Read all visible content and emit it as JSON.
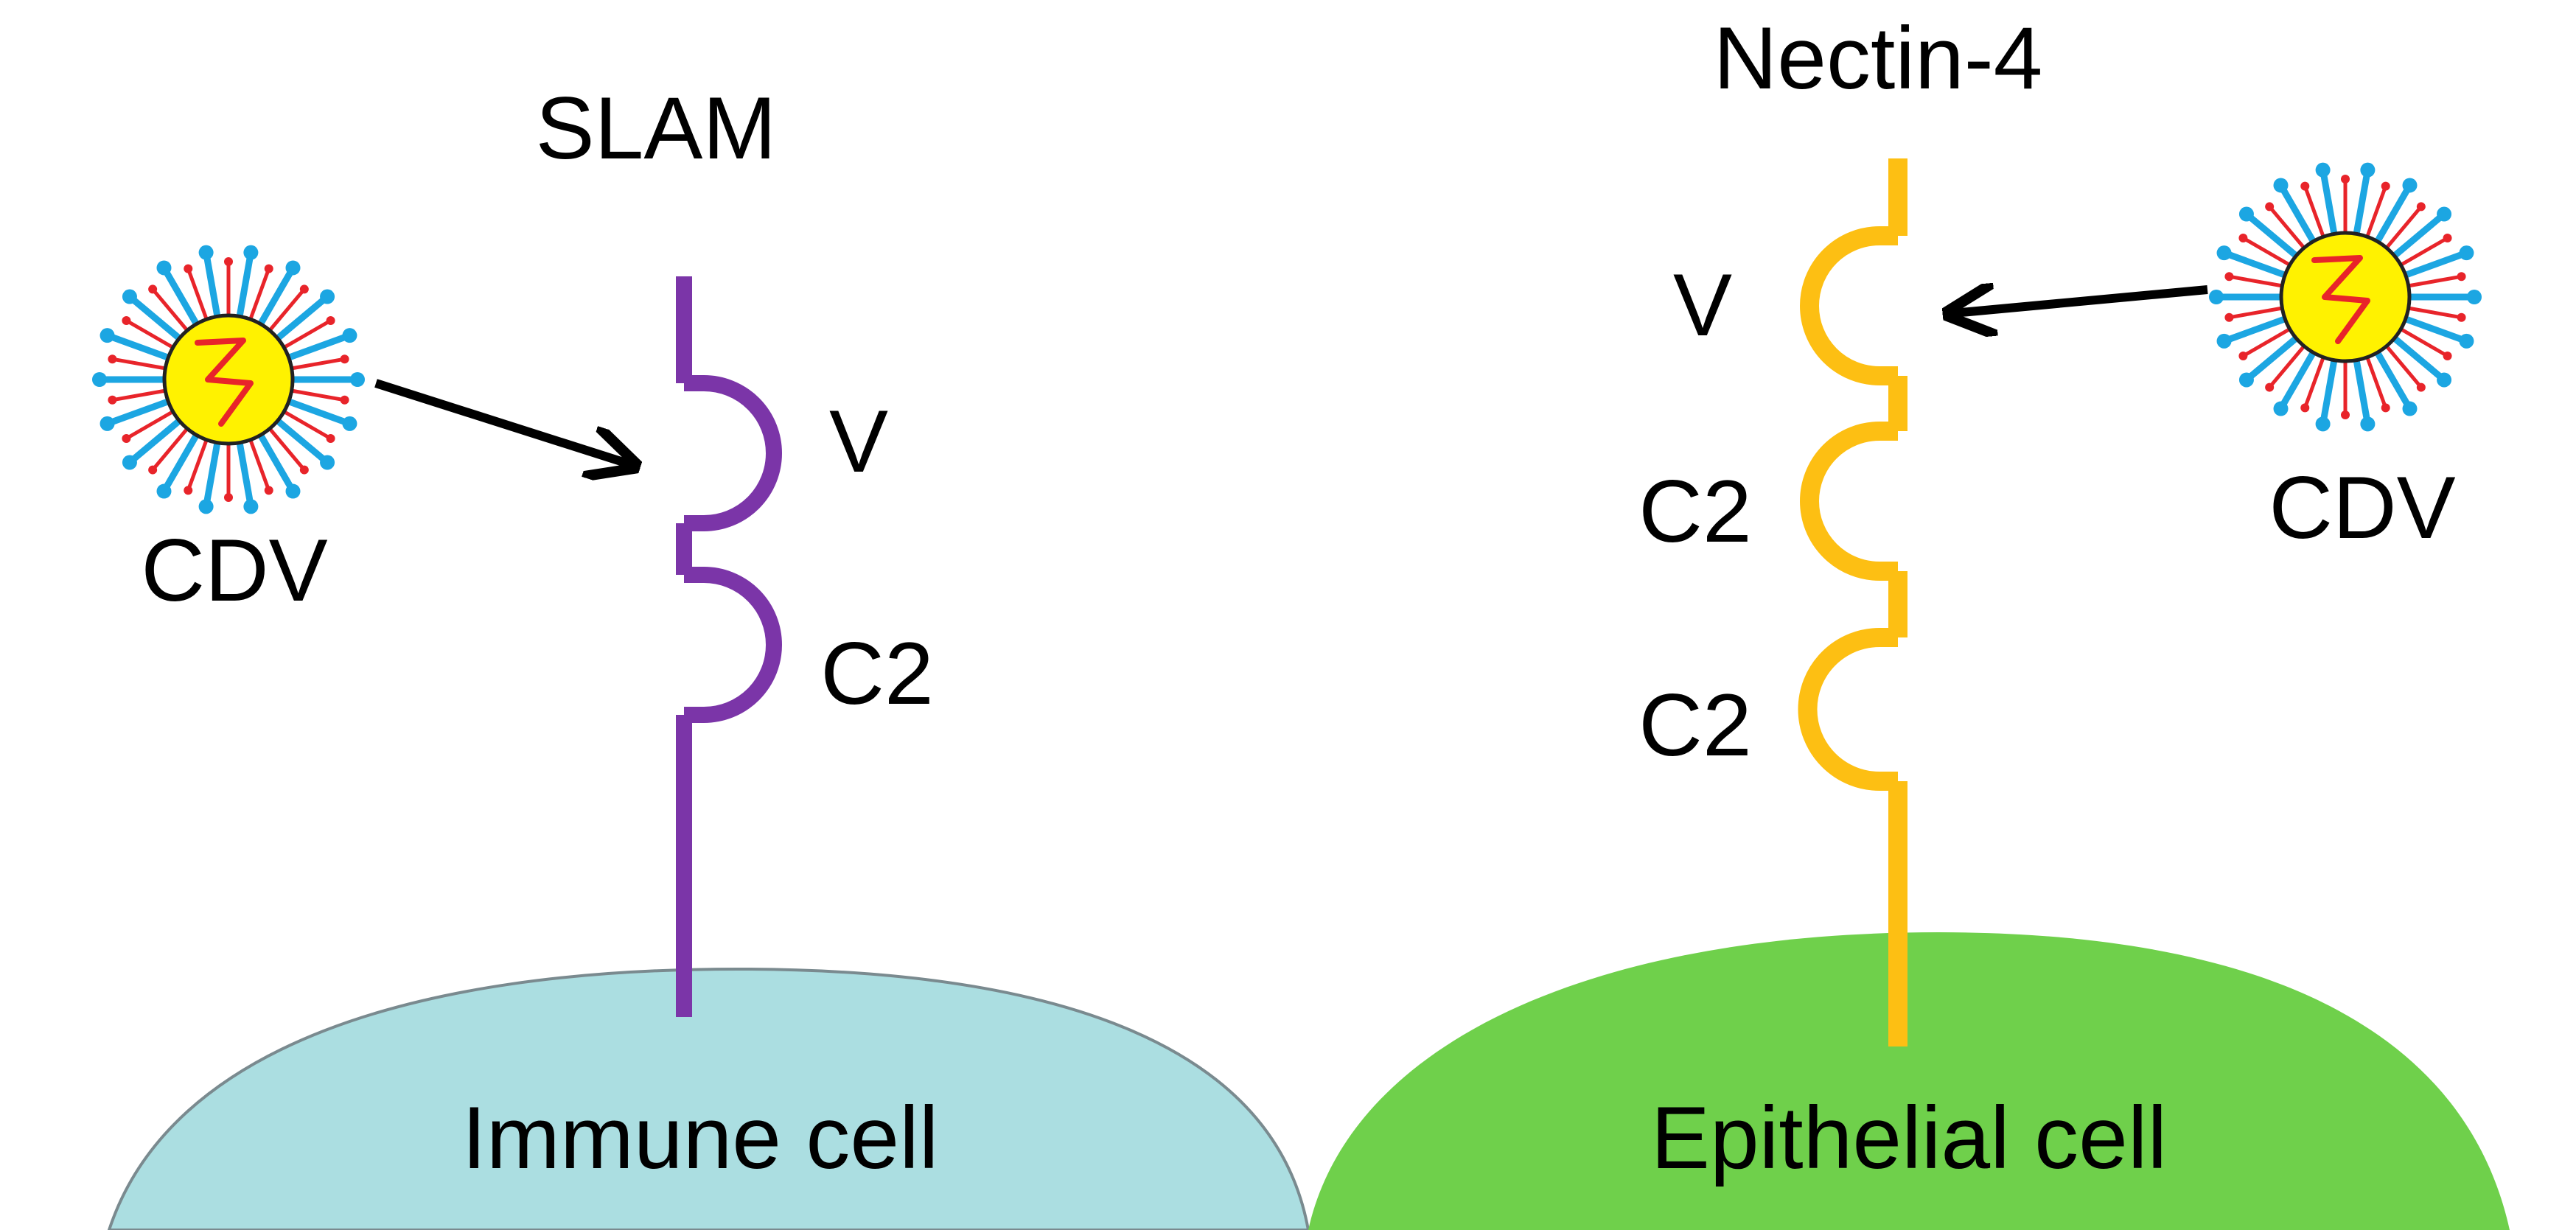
{
  "left_panel": {
    "receptor_name": "SLAM",
    "domains": [
      "V",
      "C2"
    ],
    "virus_label": "CDV",
    "cell_label": "Immune cell"
  },
  "right_panel": {
    "receptor_name": "Nectin-4",
    "domains": [
      "V",
      "C2",
      "C2"
    ],
    "virus_label": "CDV",
    "cell_label": "Epithelial cell"
  },
  "colors": {
    "slam": "#7B35A8",
    "nectin4": "#FDBF13",
    "immune_cell": "#ABDEE1",
    "immune_cell_outline": "#7A8A8F",
    "epithelial_cell": "#6FD04B",
    "virus_core": "#FFF200",
    "virus_rna": "#E8242A",
    "virus_spike_blue": "#1CA6E2",
    "virus_spike_red": "#E8242A",
    "arrow": "#000000"
  }
}
